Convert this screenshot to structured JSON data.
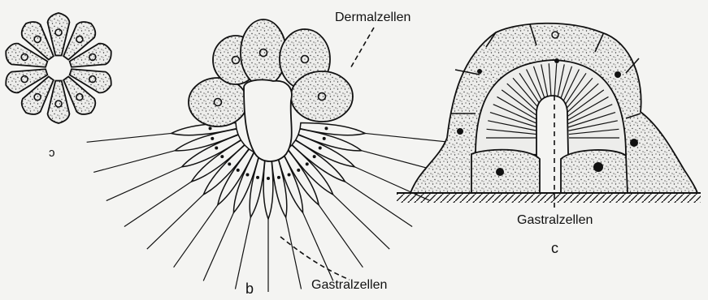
{
  "labels": {
    "dermal": "Dermalzellen",
    "gastral_b": "Gastralzellen",
    "gastral_c": "Gastralzellen",
    "letter_a": "ɔ",
    "letter_b": "b",
    "letter_c": "c"
  },
  "colors": {
    "ink": "#111111",
    "paper": "#f4f4f2",
    "cell": "#ececea"
  }
}
